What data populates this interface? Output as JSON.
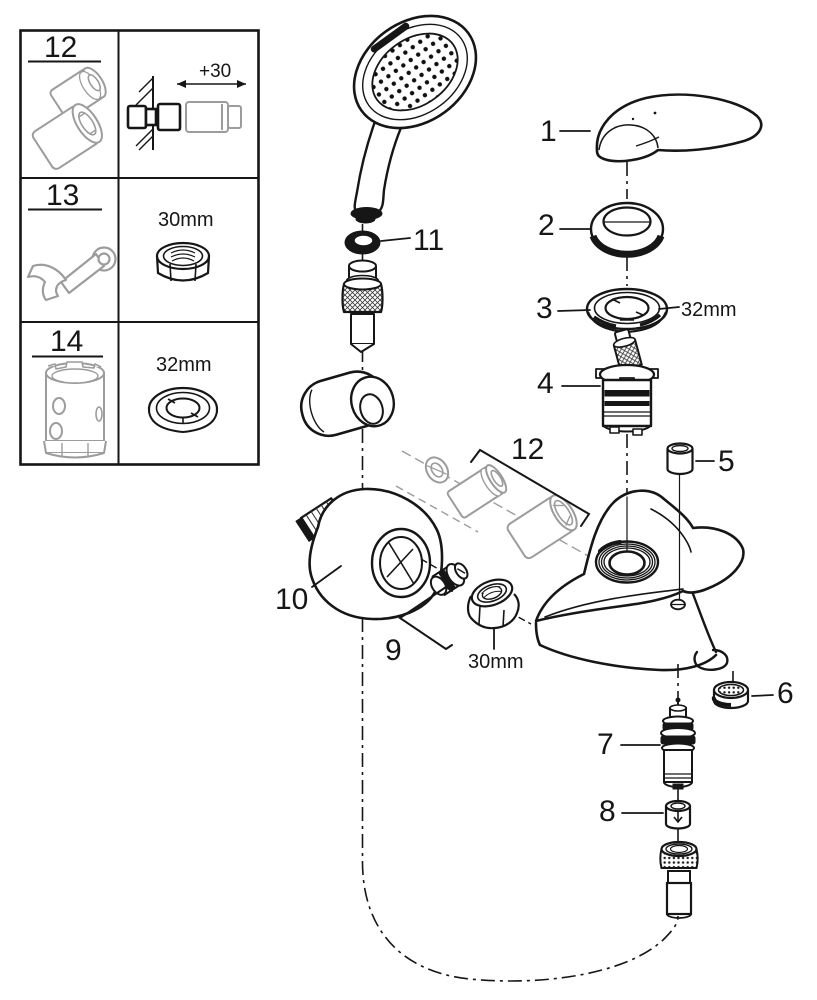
{
  "legend": {
    "rows": [
      {
        "number": "12",
        "detail": "+30"
      },
      {
        "number": "13",
        "detail": "30mm"
      },
      {
        "number": "14",
        "detail": "32mm"
      }
    ]
  },
  "callouts": {
    "c1": "1",
    "c2": "2",
    "c3": "3",
    "c3_size": "32mm",
    "c4": "4",
    "c5": "5",
    "c6": "6",
    "c7": "7",
    "c8": "8",
    "c9": "9",
    "c9_size": "30mm",
    "c10": "10",
    "c11": "11",
    "c12": "12"
  },
  "colors": {
    "line": "#161616",
    "gray": "#9c9c9c",
    "background": "#ffffff"
  }
}
